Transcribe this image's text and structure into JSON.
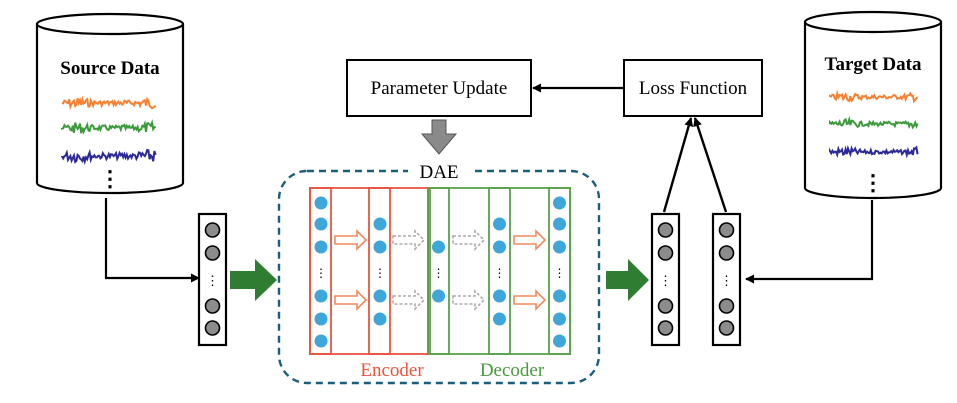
{
  "source": {
    "title": "Source Data",
    "ellipsis": "⋮"
  },
  "target": {
    "title": "Target Data",
    "ellipsis": "⋮"
  },
  "boxes": {
    "parameter_update": "Parameter Update",
    "loss_function": "Loss Function"
  },
  "dae": {
    "title": "DAE",
    "encoder_label": "Encoder",
    "decoder_label": "Decoder",
    "dots": "⋮"
  },
  "vector_dots": "⋮",
  "colors": {
    "signal_orange": "#f58232",
    "signal_green": "#3c9a3c",
    "signal_blue": "#2c2a96",
    "encoder_red": "#e8553c",
    "decoder_green": "#5aa04a",
    "neuron_blue": "#3ea6d9",
    "dae_border": "#1c5f7a",
    "flow_arrow_green": "#2f7d32",
    "update_arrow_gray": "#8a8a8a",
    "node_gray": "#8c8c8c"
  }
}
